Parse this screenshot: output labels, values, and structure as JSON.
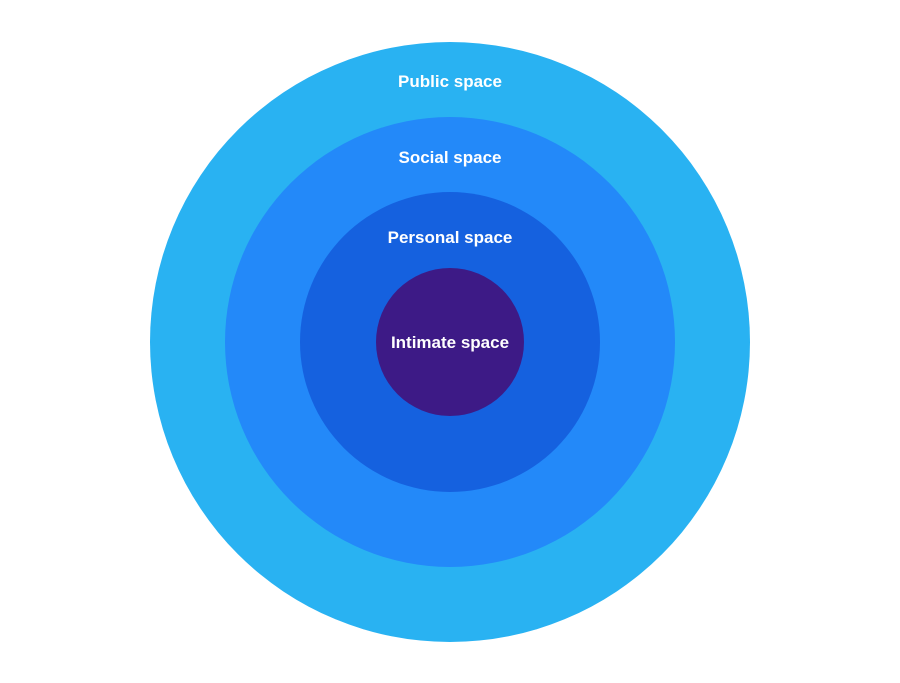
{
  "diagram": {
    "layers": [
      {
        "label": "Public space",
        "color": "#29b2f2"
      },
      {
        "label": "Social space",
        "color": "#2389f9"
      },
      {
        "label": "Personal space",
        "color": "#1561df"
      },
      {
        "label": "Intimate space",
        "color": "#3d1a86"
      }
    ]
  }
}
